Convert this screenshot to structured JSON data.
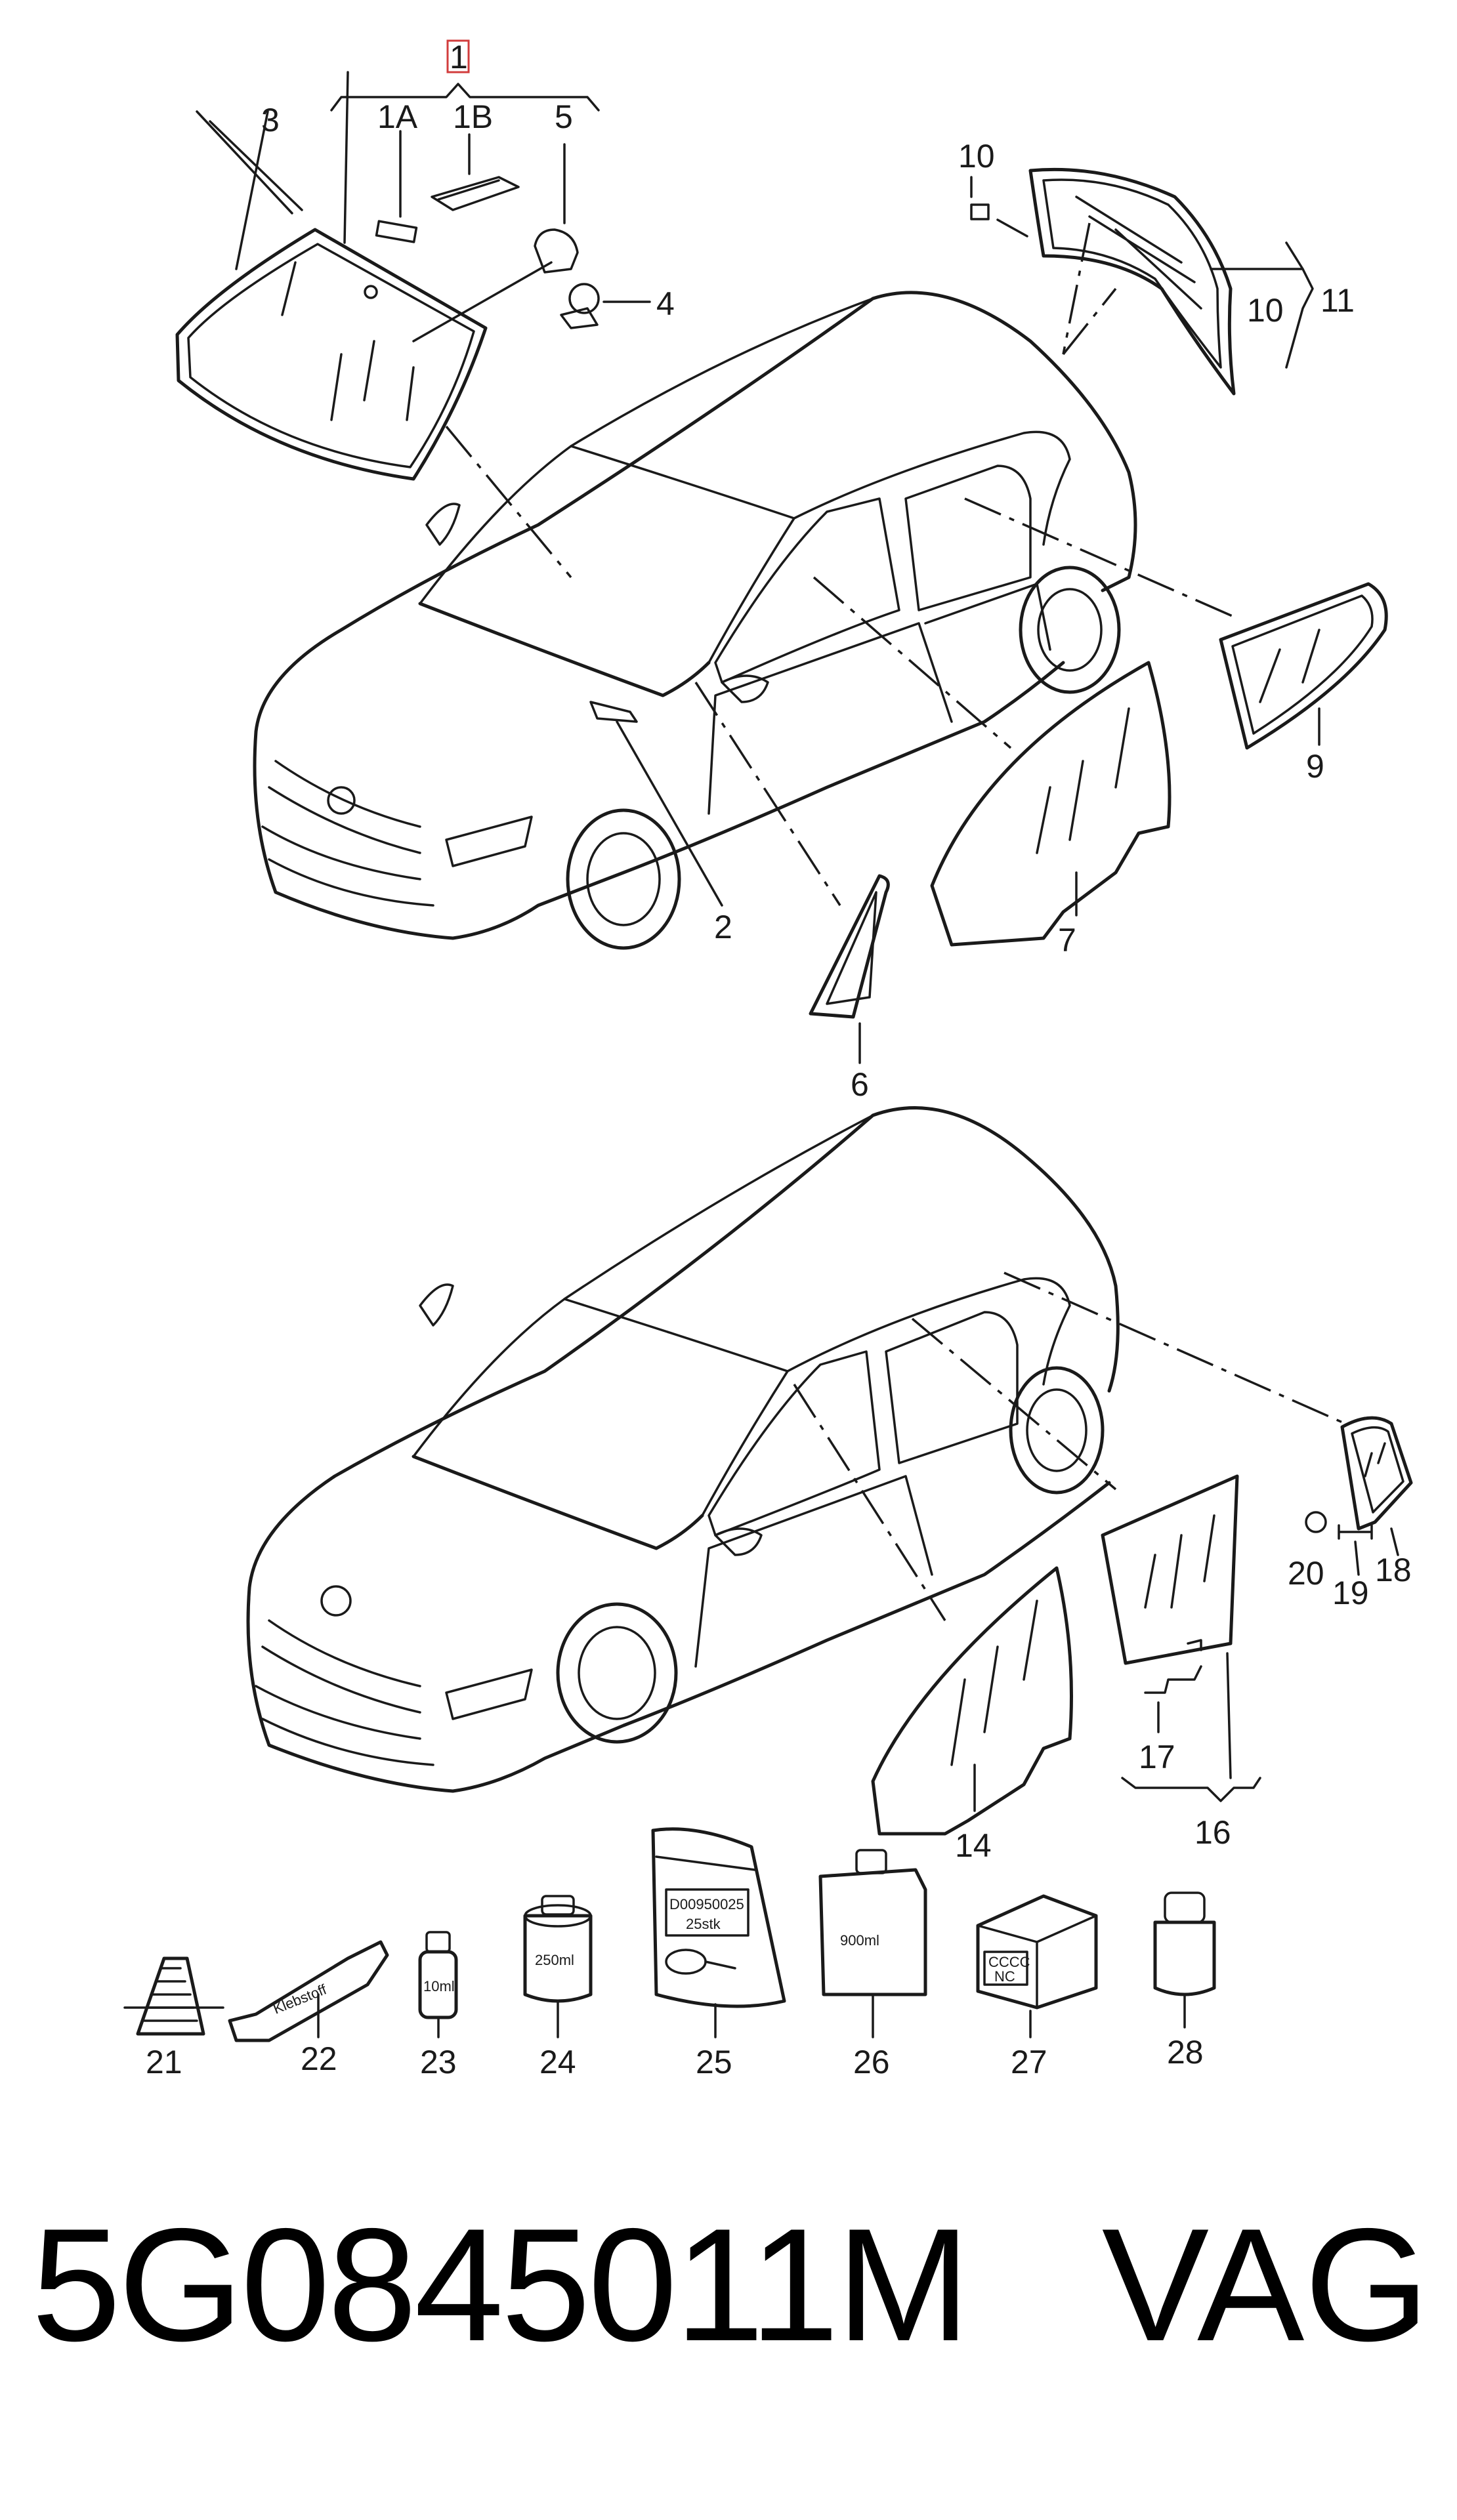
{
  "colors": {
    "stroke": "#1a1a1a",
    "highlight": "#d23c3c",
    "background": "#ffffff"
  },
  "diagram": {
    "callouts": {
      "c1": "1",
      "c1a": "1A",
      "c1b": "1B",
      "c2": "2",
      "c3": "3",
      "c4": "4",
      "c5": "5",
      "c6": "6",
      "c7": "7",
      "c9": "9",
      "c10a": "10",
      "c10b": "10",
      "c11": "11",
      "c14": "14",
      "c16": "16",
      "c17": "17",
      "c18": "18",
      "c19": "19",
      "c20": "20",
      "c21": "21",
      "c22": "22",
      "c23": "23",
      "c24": "24",
      "c25": "25",
      "c26": "26",
      "c27": "27",
      "c28": "28"
    },
    "product_labels": {
      "tube": "Klebstoff",
      "bottle_small": "10ml",
      "can": "250ml",
      "bag_line1": "D00950025",
      "bag_line2": "25stk",
      "box": "900ml",
      "carton_line1": "CCCC",
      "carton_line2": "NC"
    }
  },
  "footer": {
    "part_number": "5G0845011M",
    "brand": "VAG"
  }
}
